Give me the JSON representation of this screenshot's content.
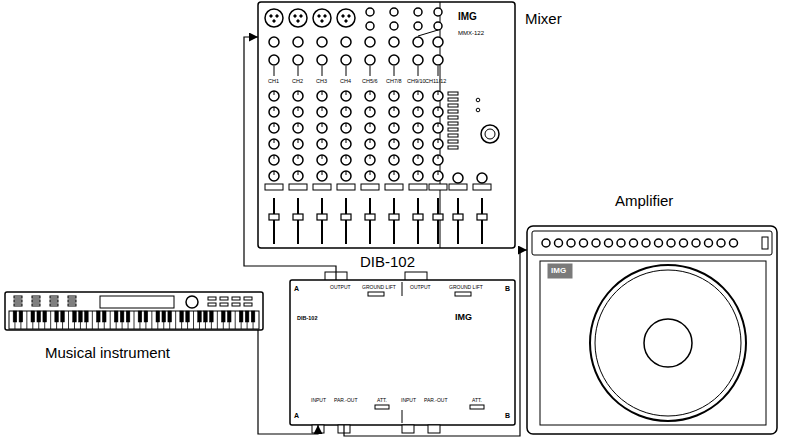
{
  "diagram": {
    "nodes": [
      {
        "text": [
          "Mixer"
        ]
      },
      {
        "text": [
          "DIB-102"
        ]
      },
      {
        "text": [
          "Musical instrument"
        ]
      },
      {
        "text": [
          "Amplifier"
        ]
      }
    ],
    "edges": [
      {
        "from": 2,
        "to": 1,
        "arrow": "to"
      },
      {
        "from": 1,
        "to": 0,
        "arrow": "to"
      },
      {
        "from": 1,
        "to": 3,
        "arrow": "to"
      }
    ],
    "labels": [
      "IMG",
      "MMX-122",
      "CH1",
      "CH2",
      "CH3",
      "CH4",
      "CH5/6",
      "CH7/8",
      "CH9/10",
      "CH11/12",
      "A",
      "OUTPUT",
      "GROUND LIFT",
      "OUTPUT",
      "GROUND LIFT",
      "B",
      "DIB-102",
      "IMG",
      "A",
      "INPUT",
      "PAR.-OUT",
      "ATT.",
      "INPUT",
      "PAR.-OUT",
      "ATT.",
      "B",
      "IMG"
    ]
  }
}
